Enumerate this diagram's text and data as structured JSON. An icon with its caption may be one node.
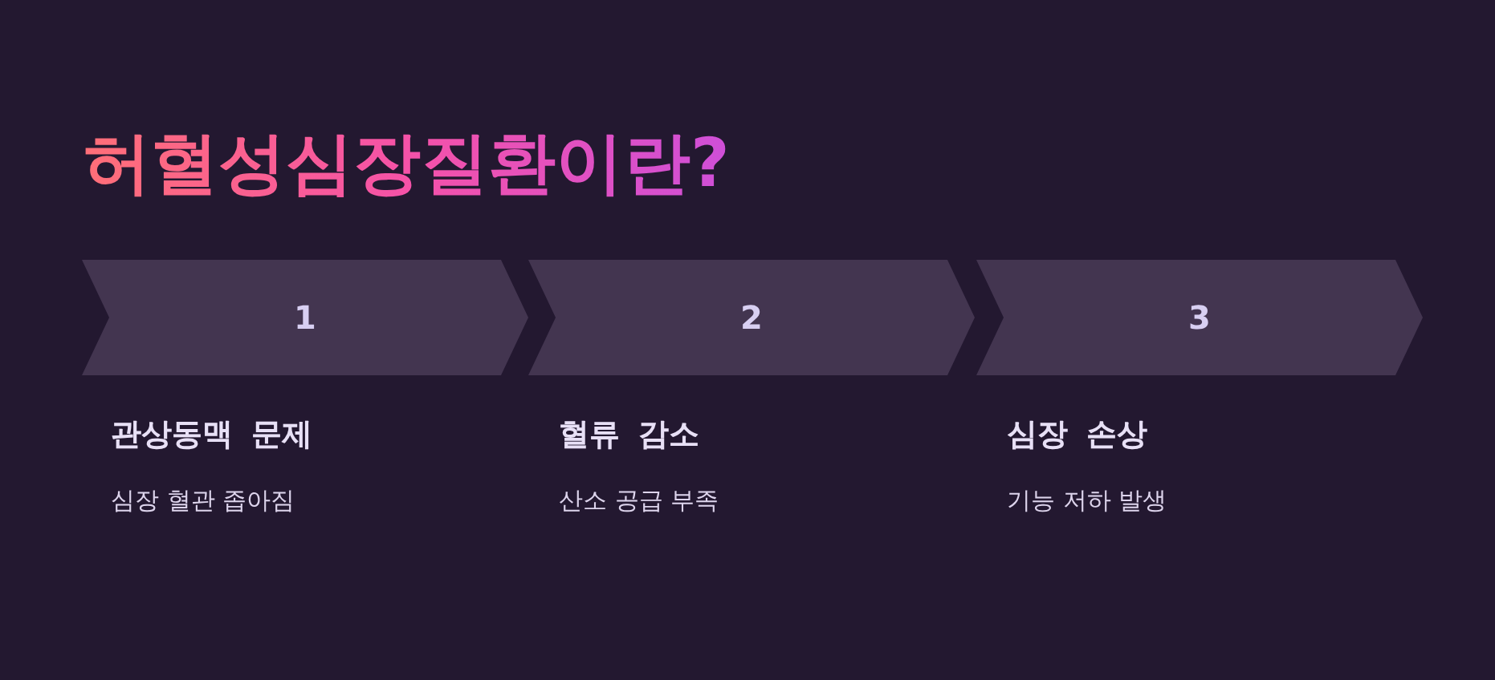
{
  "diagram": {
    "title": "허혈성심장질환이란?",
    "nodes": [
      {
        "text": [
          "1"
        ],
        "beside": [
          "관상동맥 문제",
          "심장 혈관 좁아짐"
        ]
      },
      {
        "text": [
          "2"
        ],
        "beside": [
          "혈류 감소",
          "산소 공급 부족"
        ]
      },
      {
        "text": [
          "3"
        ],
        "beside": [
          "심장 손상",
          "기능 저하 발생"
        ]
      }
    ]
  }
}
